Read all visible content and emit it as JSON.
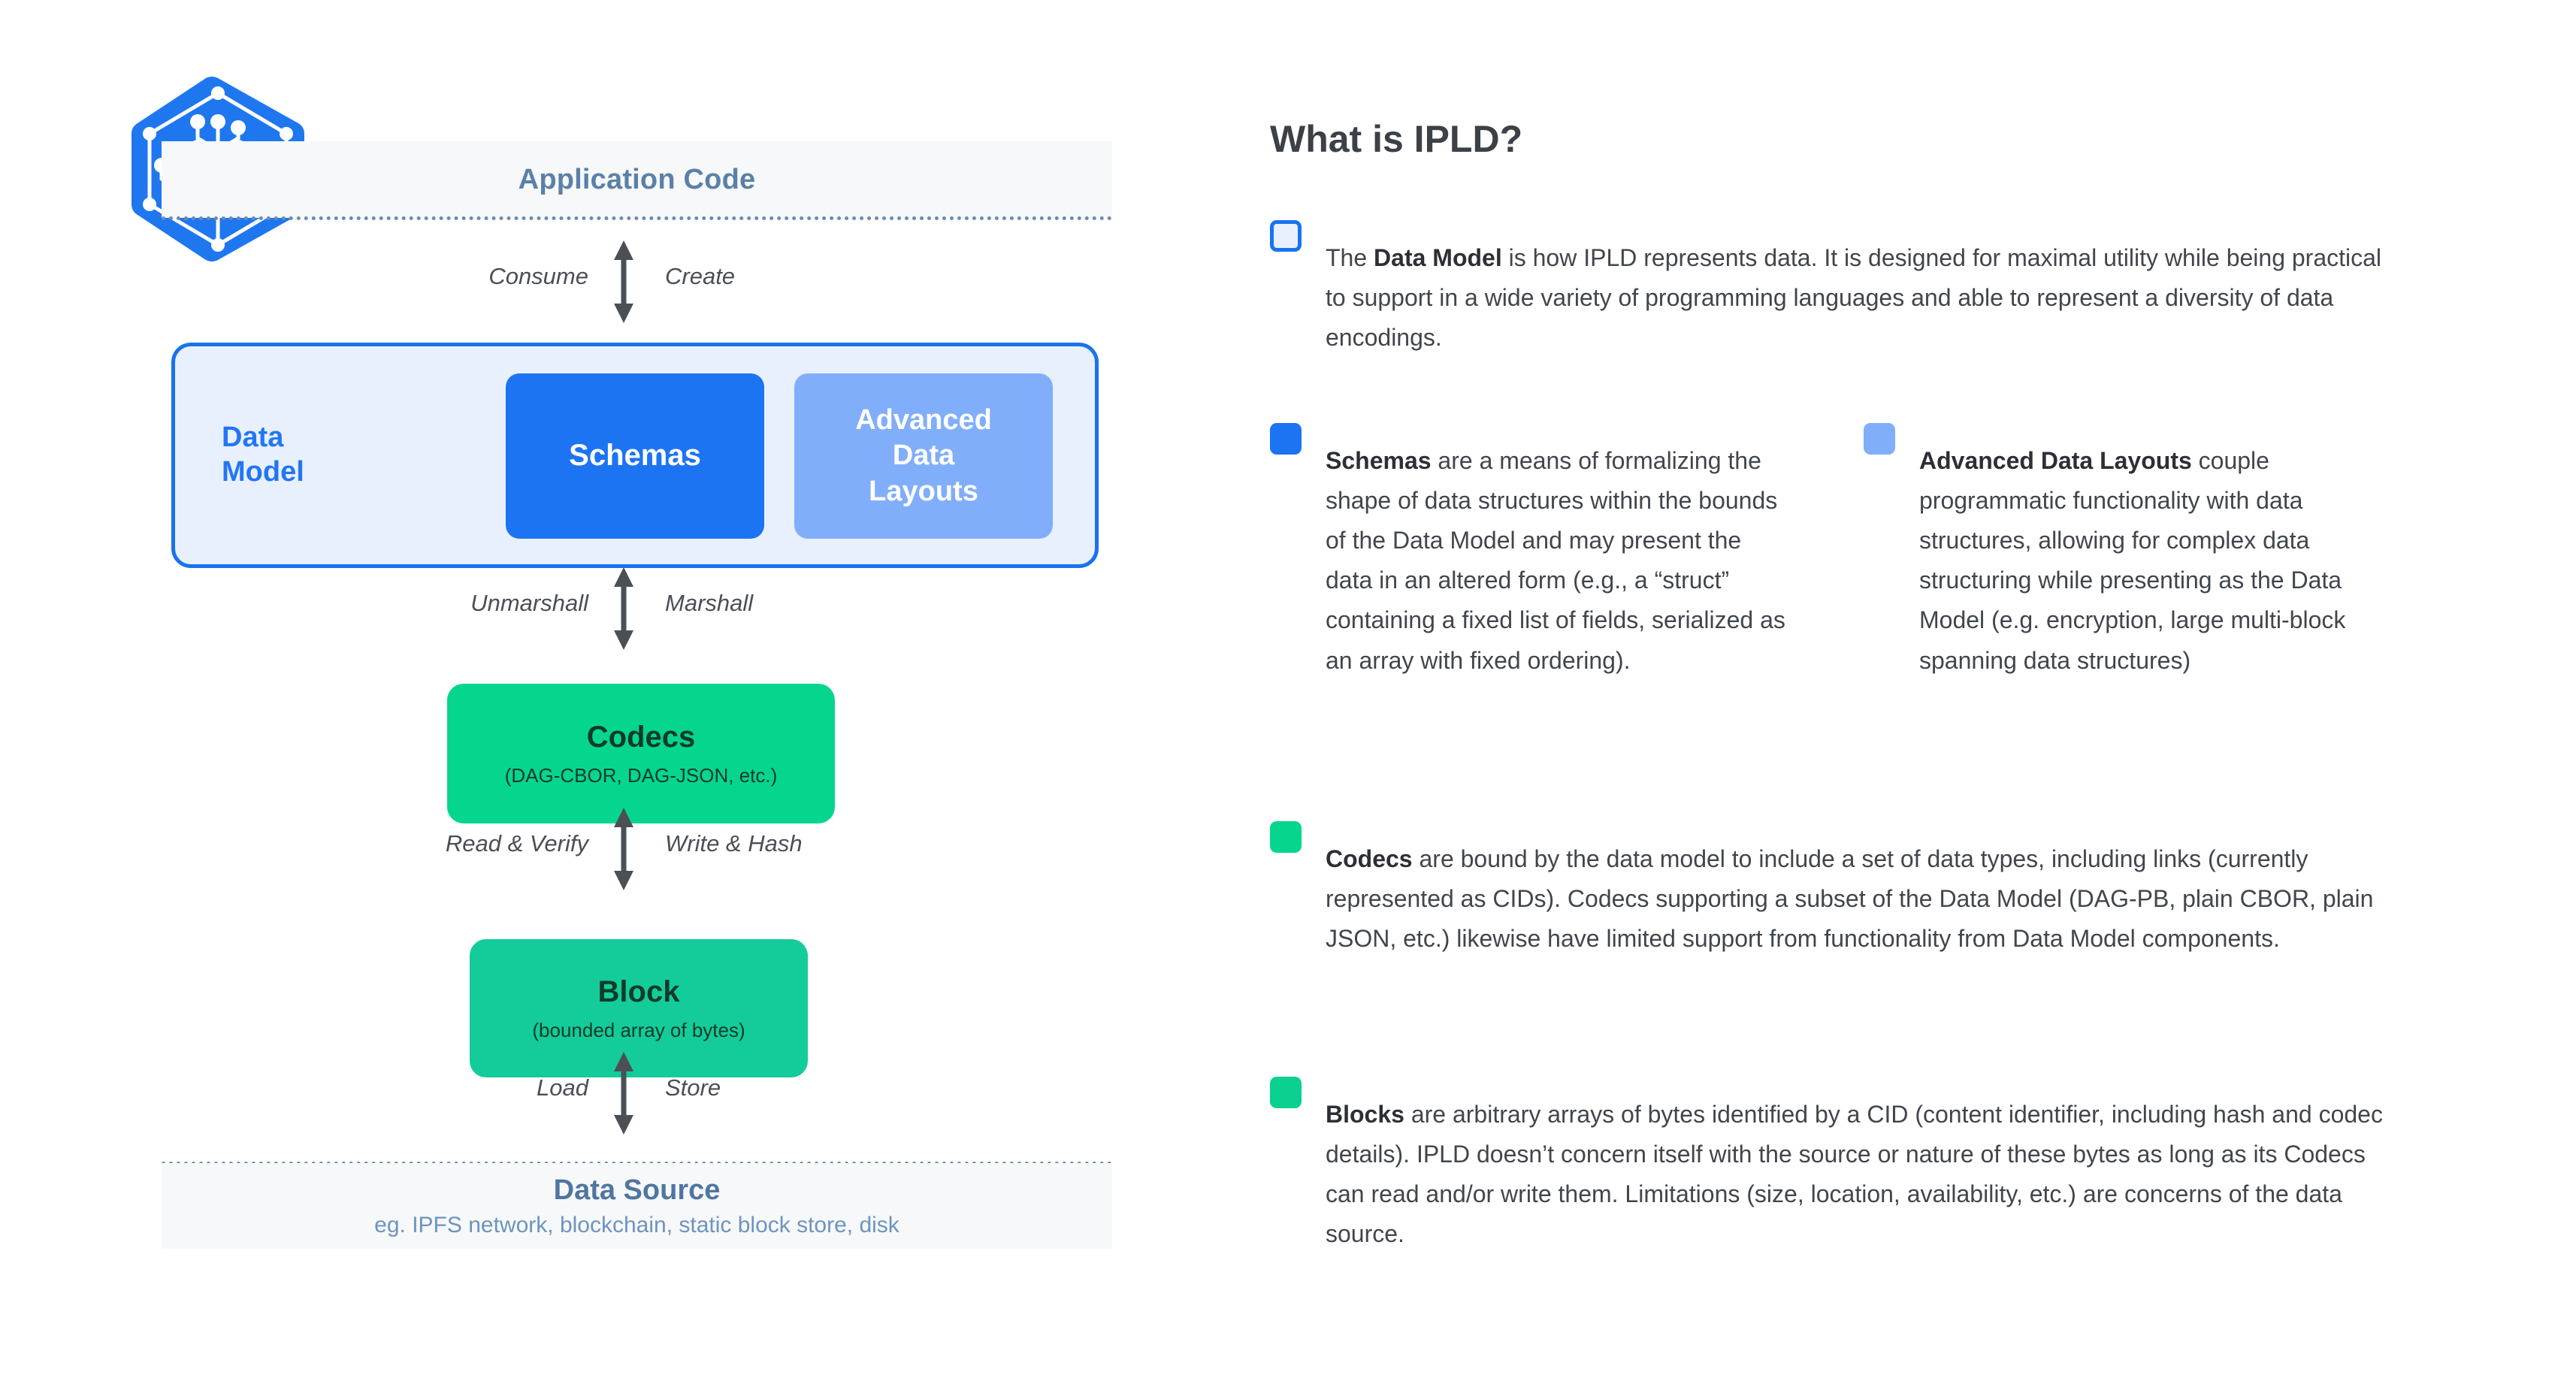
{
  "diagram": {
    "logo_icon": "ipld-hexagon-tree-logo",
    "application_code": {
      "label": "Application Code"
    },
    "data_model": {
      "label": "Data\nModel",
      "label_line1": "Data",
      "label_line2": "Model",
      "schemas_label": "Schemas",
      "adl_label_line1": "Advanced",
      "adl_label_line2": "Data",
      "adl_label_line3": "Layouts"
    },
    "codecs": {
      "title": "Codecs",
      "subtitle": "(DAG-CBOR, DAG-JSON, etc.)"
    },
    "block": {
      "title": "Block",
      "subtitle": "(bounded array of bytes)"
    },
    "data_source": {
      "title": "Data Source",
      "subtitle": "eg. IPFS network, blockchain, static block store, disk"
    },
    "arrows": [
      {
        "id": "app-to-datamodel",
        "left_label": "Consume",
        "right_label": "Create",
        "icon": "double-arrow-vertical-icon"
      },
      {
        "id": "datamodel-to-codecs",
        "left_label": "Unmarshall",
        "right_label": "Marshall",
        "icon": "double-arrow-vertical-icon"
      },
      {
        "id": "codecs-to-block",
        "left_label": "Read & Verify",
        "right_label": "Write & Hash",
        "icon": "double-arrow-vertical-icon"
      },
      {
        "id": "block-to-datasource",
        "left_label": "Load",
        "right_label": "Store",
        "icon": "double-arrow-vertical-icon"
      }
    ]
  },
  "panel": {
    "title": "What is IPLD?",
    "entries": [
      {
        "id": "data-model",
        "swatch": "outline-blue",
        "lead": "The ",
        "bold": "Data Model",
        "body": " is how IPLD represents data. It is designed for maximal utility while being practical to support in a wide variety of programming  languages and able to represent a diversity of data encodings."
      },
      {
        "id": "schemas",
        "swatch": "solid-blue",
        "lead": "",
        "bold": "Schemas",
        "body": " are a means of formalizing the shape of data structures within the bounds of the Data Model and may present the data in an altered form (e.g., a “struct” containing a fixed list of fields, serialized as an array with fixed ordering)."
      },
      {
        "id": "advanced-data-layouts",
        "swatch": "solid-light-blue",
        "lead": "",
        "bold": "Advanced Data Layouts",
        "body": " couple programmatic functionality with data structures, allowing for complex data structuring while presenting as the Data Model (e.g. encryption, large multi-block spanning data structures)"
      },
      {
        "id": "codecs",
        "swatch": "solid-green",
        "lead": "",
        "bold": "Codecs",
        "body": " are bound by the data model to include a set of data types, including  links (currently represented as CIDs). Codecs supporting a subset of the Data Model (DAG-PB, plain CBOR, plain JSON, etc.) likewise have limited support from functionality from Data Model components."
      },
      {
        "id": "blocks",
        "swatch": "solid-green",
        "lead": "",
        "bold": "Blocks",
        "body": " are arbitrary arrays of bytes identified by a CID (content identifier, including hash and codec details). IPLD doesn’t concern itself with the source or nature of these bytes as long as its Codecs can read and/or write them. Limitations (size, location, availability, etc.) are concerns of the data source."
      }
    ]
  },
  "colors": {
    "brand_blue": "#1873f0",
    "schemas_blue": "#1c74f2",
    "adl_light_blue": "#81aefb",
    "data_model_fill": "#e9f0fd",
    "codecs_green": "#06d68d",
    "block_green": "#14cc99",
    "bar_grey": "#f6f8fa",
    "slate_label": "#5b80a8",
    "body_text": "#41464d"
  }
}
